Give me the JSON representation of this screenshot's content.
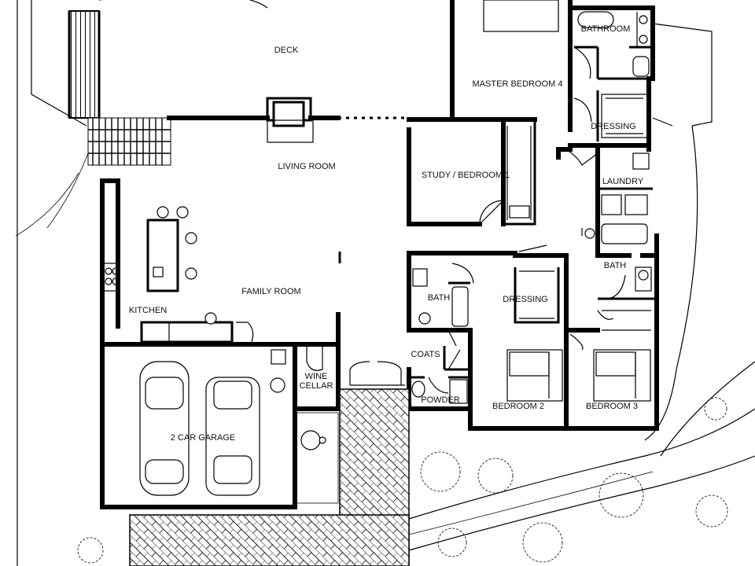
{
  "rooms": {
    "deck": "DECK",
    "master_bedroom": "MASTER BEDROOM 4",
    "bathroom": "BATHROOM",
    "dressing_master": "DRESSING",
    "living_room": "LIVING ROOM",
    "study": "STUDY / BEDROOM 1",
    "laundry": "LAUNDRY",
    "kitchen": "KITCHEN",
    "family_room": "FAMILY ROOM",
    "bath_small": "BATH",
    "dressing": "DRESSING",
    "bath_right": "BATH",
    "coats": "COATS",
    "wine_cellar_1": "WINE",
    "wine_cellar_2": "CELLAR",
    "garage": "2 CAR GARAGE",
    "powder": "POWDER",
    "bedroom_2": "BEDROOM 2",
    "bedroom_3": "BEDROOM 3"
  }
}
